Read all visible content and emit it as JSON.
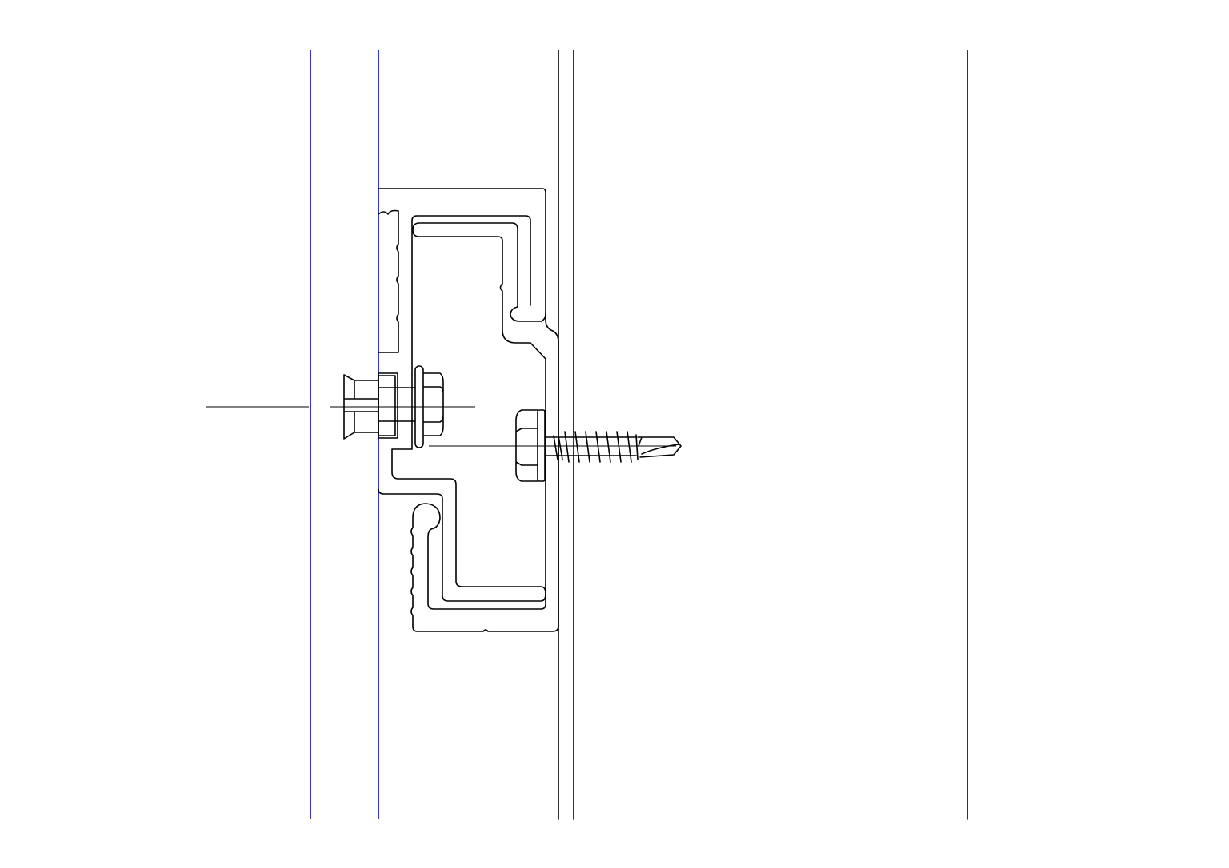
{
  "drawing": {
    "type": "cad-section-detail",
    "colors": {
      "linework": "#000000",
      "reference_lines": "#0000cc",
      "background": "#ffffff"
    },
    "components": [
      "facade-panel-lines",
      "aluminium-rail-profile",
      "inner-c-liner",
      "t-bolt-with-nut-and-washer",
      "self-drilling-screw",
      "centerlines"
    ]
  }
}
